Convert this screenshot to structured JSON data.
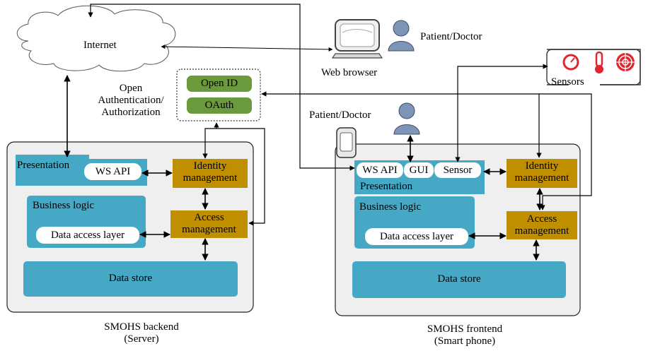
{
  "internet": "Internet",
  "patient_doctor_top": "Patient/Doctor",
  "web_browser": "Web browser",
  "open_auth": [
    "Open",
    "Authentication/",
    "Authorization"
  ],
  "open_id": "Open ID",
  "oauth": "OAuth",
  "sensors": "Sensors",
  "patient_doctor_phone": "Patient/Doctor",
  "backend": {
    "presentation": "Presentation",
    "ws_api": "WS API",
    "identity": [
      "Identity",
      "management"
    ],
    "business_logic": "Business logic",
    "data_access": "Data access layer",
    "access": [
      "Access",
      "management"
    ],
    "data_store": "Data store",
    "caption": [
      "SMOHS backend",
      "(Server)"
    ]
  },
  "frontend": {
    "ws_api": "WS API",
    "gui": "GUI",
    "sensor": "Sensor",
    "presentation": "Presentation",
    "identity": [
      "Identity",
      "management"
    ],
    "business_logic": "Business logic",
    "data_access": "Data access layer",
    "access": [
      "Access",
      "management"
    ],
    "data_store": "Data store",
    "caption": [
      "SMOHS frontend",
      "(Smart phone)"
    ]
  },
  "colors": {
    "teal": "#45a8c4",
    "gold": "#bf8f00",
    "green": "#6a9a3c",
    "panel": "#efefef",
    "sensor_red": "#e0262f"
  }
}
